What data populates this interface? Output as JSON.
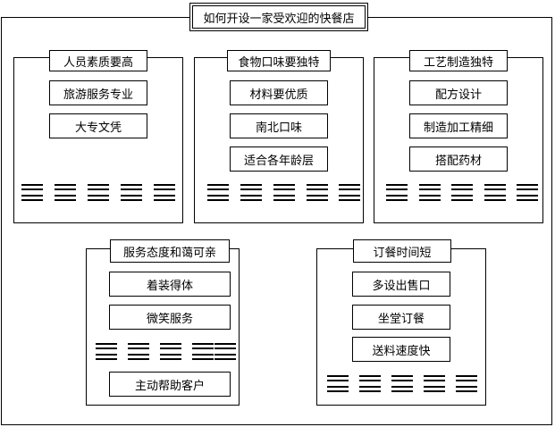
{
  "title": "如何开设一家受欢迎的快餐店",
  "panels": [
    {
      "title": "人员素质要高",
      "items": [
        "旅游服务专业",
        "大专文凭"
      ]
    },
    {
      "title": "食物口味要独特",
      "items": [
        "材料要优质",
        "南北口味",
        "适合各年龄层"
      ]
    },
    {
      "title": "工艺制造独特",
      "items": [
        "配方设计",
        "制造加工精细",
        "搭配药材"
      ]
    },
    {
      "title": "服务态度和蔼可亲",
      "items": [
        "着装得体",
        "微笑服务",
        "主动帮助客户"
      ]
    },
    {
      "title": "订餐时间短",
      "items": [
        "多设出售口",
        "坐堂订餐",
        "送料速度快"
      ]
    }
  ]
}
